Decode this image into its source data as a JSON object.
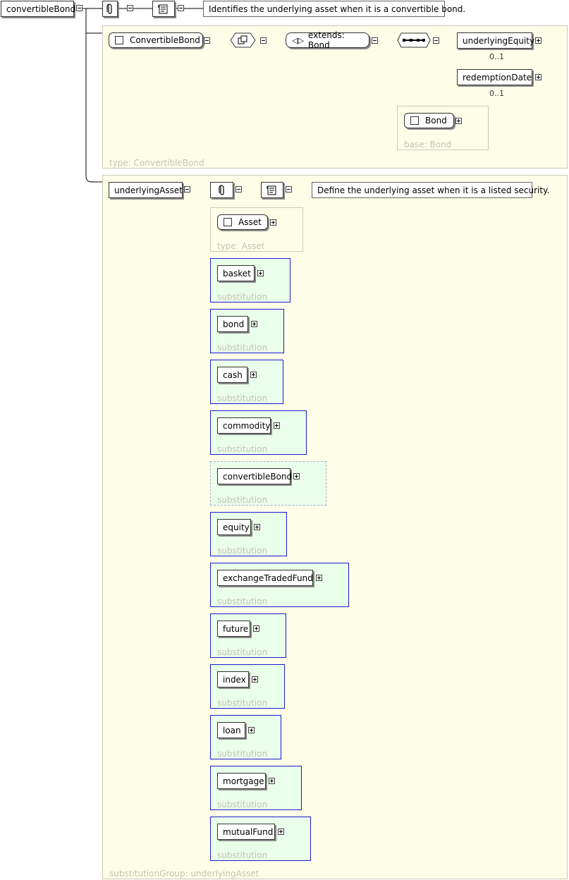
{
  "root": {
    "name": "convertibleBond",
    "documentation": "Identifies the underlying asset when it is a convertible bond."
  },
  "type_panel": {
    "complex_type": "ConvertibleBond",
    "extends_label": "extends: Bond",
    "elements": [
      {
        "name": "underlyingEquity",
        "occurs": "0..1"
      },
      {
        "name": "redemptionDate",
        "occurs": "0..1"
      }
    ],
    "base_type": "Bond",
    "base_caption": "base: Bond",
    "type_caption": "type: ConvertibleBond"
  },
  "group_panel": {
    "name": "underlyingAsset",
    "documentation": "Define the underlying asset when it is a listed security.",
    "type_box": "Asset",
    "type_caption": "type: Asset",
    "substitution_caption": "substitution",
    "group_caption": "substitutionGroup: underlyingAsset",
    "members": [
      "basket",
      "bond",
      "cash",
      "commodity",
      "convertibleBond",
      "equity",
      "exchangeTradedFund",
      "future",
      "index",
      "loan",
      "mortgage",
      "mutualFund"
    ]
  },
  "colors": {
    "panel": "#fefee8",
    "substitution_fill": "#eaffea",
    "substitution_border": "#1a1ad6"
  }
}
